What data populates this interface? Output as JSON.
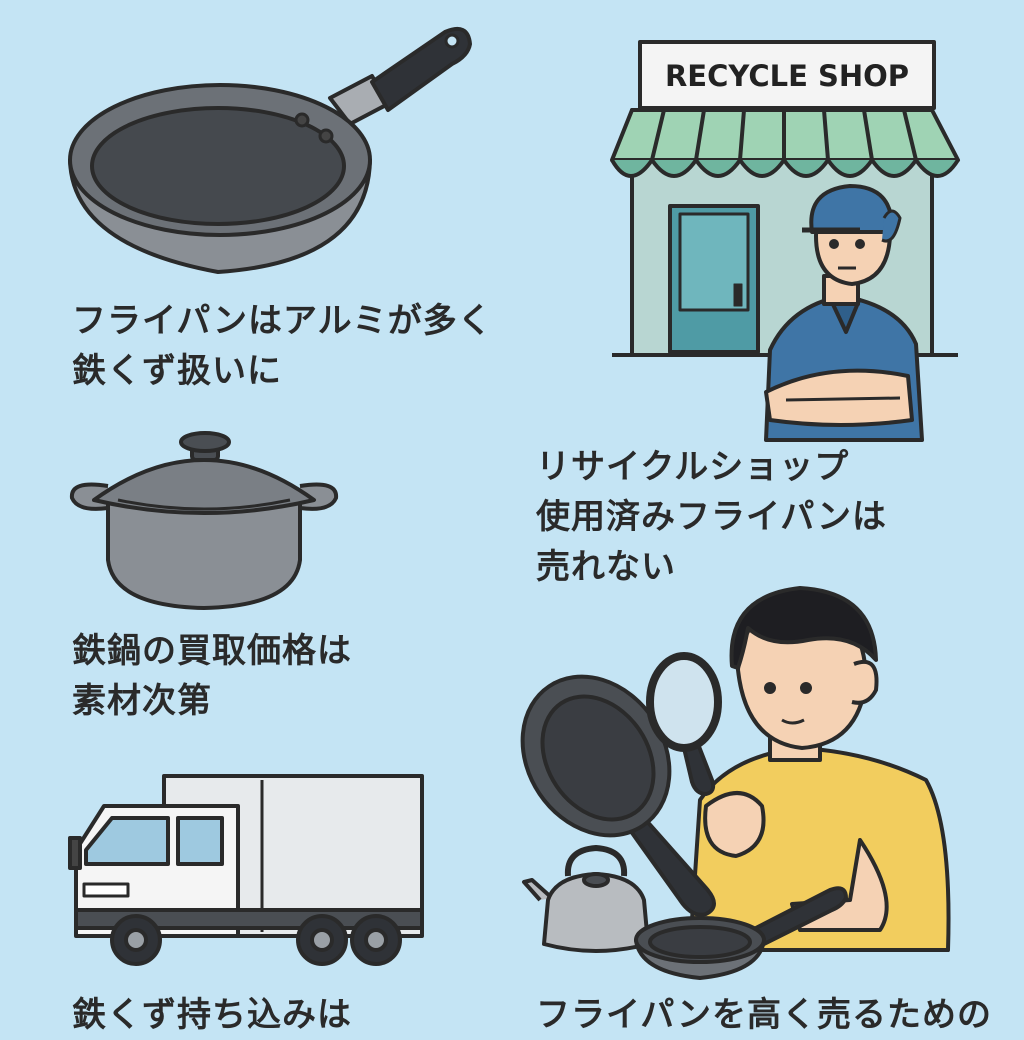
{
  "captions": {
    "frying_pan": [
      "フライパンはアルミが多く",
      "鉄くず扱いに"
    ],
    "recycle_shop": [
      "リサイクルショップ",
      "使用済みフライパンは",
      "売れない"
    ],
    "iron_pot": [
      "鉄鍋の買取価格は",
      "素材次第"
    ],
    "scrap_dropoff": [
      "鉄くず持ち込みは"
    ],
    "selling_tips": [
      "フライパンを高く売るための"
    ]
  },
  "shop_sign": "RECYCLE SHOP",
  "icons": [
    "frying-pan-icon",
    "recycle-shop-icon",
    "shop-clerk-icon",
    "cooking-pot-icon",
    "truck-icon",
    "man-inspecting-icon",
    "magnifier-icon",
    "kettle-icon"
  ],
  "colors": {
    "background": "#c4e4f4",
    "pan_gray": "#7a7f85",
    "awning_green": "#9fd3b4",
    "awning_teal": "#6fb59f",
    "shirt_blue": "#3f75a6",
    "shirt_yellow": "#f2cd5e",
    "outline": "#2a2a2a"
  }
}
